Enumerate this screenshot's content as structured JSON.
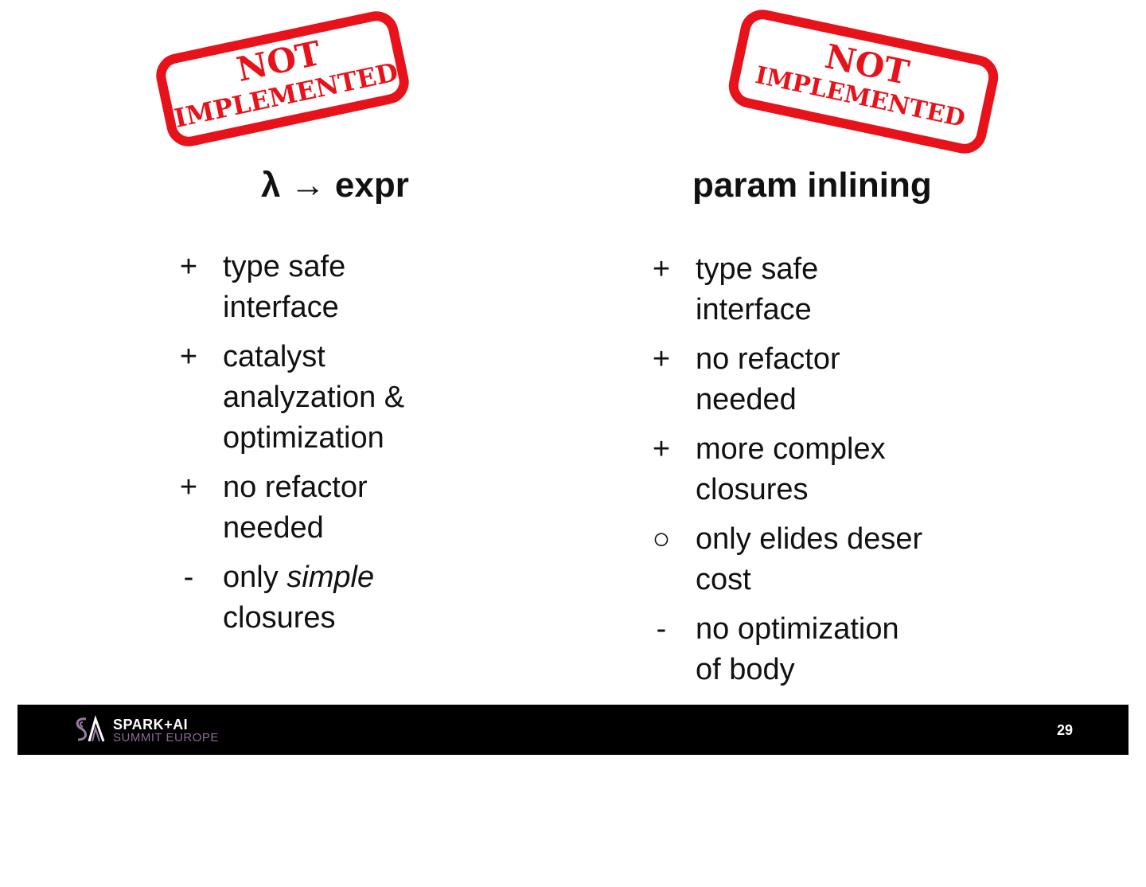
{
  "slide": {
    "left": {
      "heading": "λ → expr",
      "items": [
        {
          "symbol": "+",
          "text": "type safe\ninterface"
        },
        {
          "symbol": "+",
          "text": "catalyst\nanalyzation &\noptimization"
        },
        {
          "symbol": "+",
          "text": "no refactor\nneeded"
        },
        {
          "symbol": "-",
          "text_pre": "only ",
          "text_em": "simple",
          "text_post": "\nclosures"
        }
      ],
      "stamp": {
        "line1": "NOT",
        "line2": "IMPLEMENTED",
        "color": "#e8121b"
      }
    },
    "right": {
      "heading": "param inlining",
      "items": [
        {
          "symbol": "+",
          "text": "type safe\ninterface"
        },
        {
          "symbol": "+",
          "text": "no refactor\nneeded"
        },
        {
          "symbol": "+",
          "text": "more complex\nclosures"
        },
        {
          "symbol": "○",
          "text": "only elides deser\ncost"
        },
        {
          "symbol": "-",
          "text": "no optimization\nof body"
        }
      ],
      "stamp": {
        "line1": "NOT",
        "line2": "IMPLEMENTED",
        "color": "#e8121b"
      }
    }
  },
  "footer": {
    "brand_line1": "SPARK+AI",
    "brand_line2": "SUMMIT EUROPE",
    "page_number": "29",
    "logo_icon": "spark-ai-summit-logo"
  }
}
